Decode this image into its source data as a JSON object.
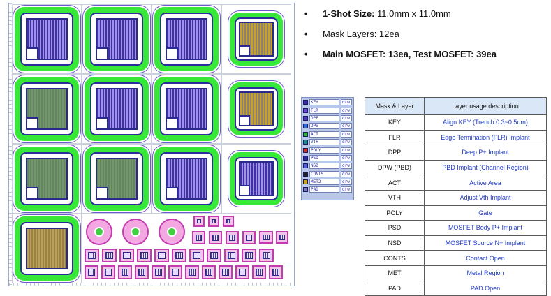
{
  "specs": [
    {
      "bullet": "•",
      "bold": "1-Shot Size:",
      "text": " 11.0mm x 11.0mm"
    },
    {
      "bullet": "•",
      "bold": "",
      "text": "Mask Layers: 12ea"
    },
    {
      "bullet": "•",
      "bold": "Main MOSFET: 13ea, Test MOSFET: 39ea",
      "text": ""
    }
  ],
  "legend_layers": [
    {
      "name": "KEY",
      "tag": "drw",
      "color": "#3a2aa8"
    },
    {
      "name": "FLR",
      "tag": "drw",
      "color": "#6a4ad0"
    },
    {
      "name": "DPP",
      "tag": "drw",
      "color": "#4a3ab8"
    },
    {
      "name": "DPW",
      "tag": "drw",
      "color": "#2f6ad8"
    },
    {
      "name": "ACT",
      "tag": "drw",
      "color": "#30b030"
    },
    {
      "name": "VTH",
      "tag": "drw",
      "color": "#1a8a8a"
    },
    {
      "name": "POLY",
      "tag": "drw",
      "color": "#c83030"
    },
    {
      "name": "PSD",
      "tag": "drw",
      "color": "#2a2a90"
    },
    {
      "name": "NSD",
      "tag": "drw",
      "color": "#5060d0"
    },
    {
      "name": "CONTS",
      "tag": "drw",
      "color": "#202020"
    },
    {
      "name": "MET2",
      "tag": "drw",
      "color": "#d0a020"
    },
    {
      "name": "PAD",
      "tag": "drw",
      "color": "#7a7ab8"
    }
  ],
  "table": {
    "headers": [
      "Mask & Layer",
      "Layer usage description"
    ],
    "rows": [
      [
        "KEY",
        "Align KEY (Trench 0.3~0.5um)"
      ],
      [
        "FLR",
        "Edge Termination (FLR) Implant"
      ],
      [
        "DPP",
        "Deep P+ Implant"
      ],
      [
        "DPW (PBD)",
        "PBD Implant (Channel Region)"
      ],
      [
        "ACT",
        "Active Area"
      ],
      [
        "VTH",
        "Adjust Vth Implant"
      ],
      [
        "POLY",
        "Gate"
      ],
      [
        "PSD",
        "MOSFET Body P+ Implant"
      ],
      [
        "NSD",
        "MOSFET Source N+ Implant"
      ],
      [
        "CONTS",
        "Contact Open"
      ],
      [
        "MET",
        "Metal Region"
      ],
      [
        "PAD",
        "PAD Open"
      ]
    ]
  },
  "colors": {
    "termination_green": "#38e838",
    "table_header_bg": "#d9e7f7",
    "description_text": "#1f3ac8",
    "legend_bg": "#b9c7ea"
  }
}
